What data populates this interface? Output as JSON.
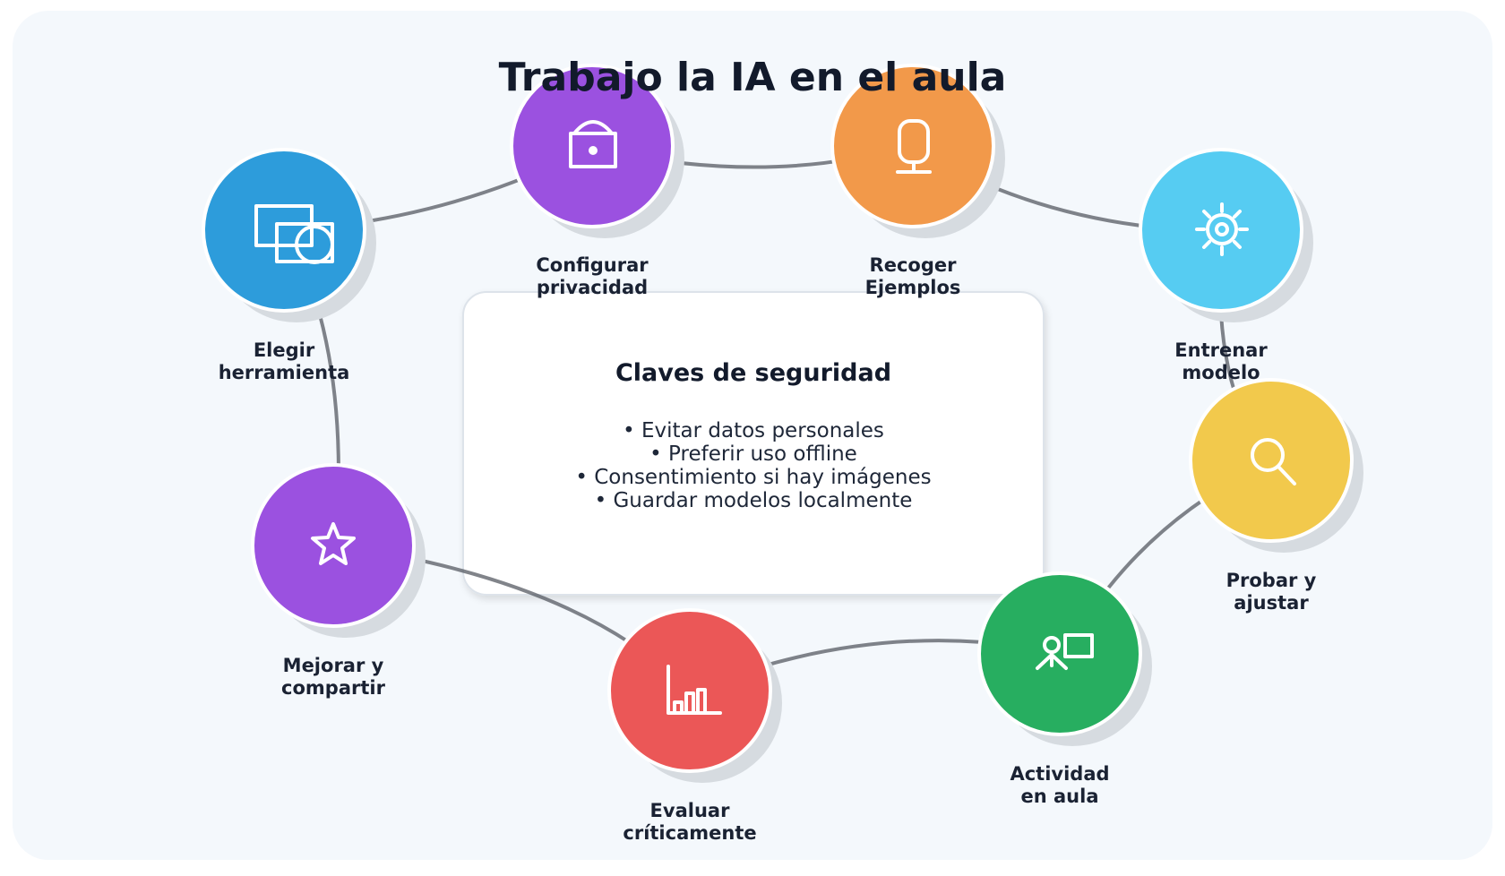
{
  "title": "Trabajo la IA en el aula",
  "center_box": {
    "title": "Claves de seguridad",
    "lines": [
      "• Evitar datos personales",
      "• Preferir uso offline",
      "• Consentimiento si hay imágenes",
      "• Guardar modelos localmente"
    ]
  },
  "steps": [
    {
      "label_1": "Elegir",
      "label_2": "herramienta",
      "color": "#2d9cdb",
      "icon": "devices-icon"
    },
    {
      "label_1": "Configurar",
      "label_2": "privacidad",
      "color": "#9b51e0",
      "icon": "lock-icon"
    },
    {
      "label_1": "Recoger",
      "label_2": "Ejemplos",
      "color": "#f2994a",
      "icon": "microphone-icon"
    },
    {
      "label_1": "Entrenar",
      "label_2": "modelo",
      "color": "#56ccf2",
      "icon": "gear-icon"
    },
    {
      "label_1": "Probar y",
      "label_2": "ajustar",
      "color": "#f2c94c",
      "icon": "search-icon"
    },
    {
      "label_1": "Actividad",
      "label_2": "en aula",
      "color": "#27ae60",
      "icon": "presentation-icon"
    },
    {
      "label_1": "Evaluar",
      "label_2": "críticamente",
      "color": "#eb5757",
      "icon": "bar-chart-icon"
    },
    {
      "label_1": "Mejorar y",
      "label_2": "compartir",
      "color": "#9b51e0",
      "icon": "star-icon"
    }
  ]
}
